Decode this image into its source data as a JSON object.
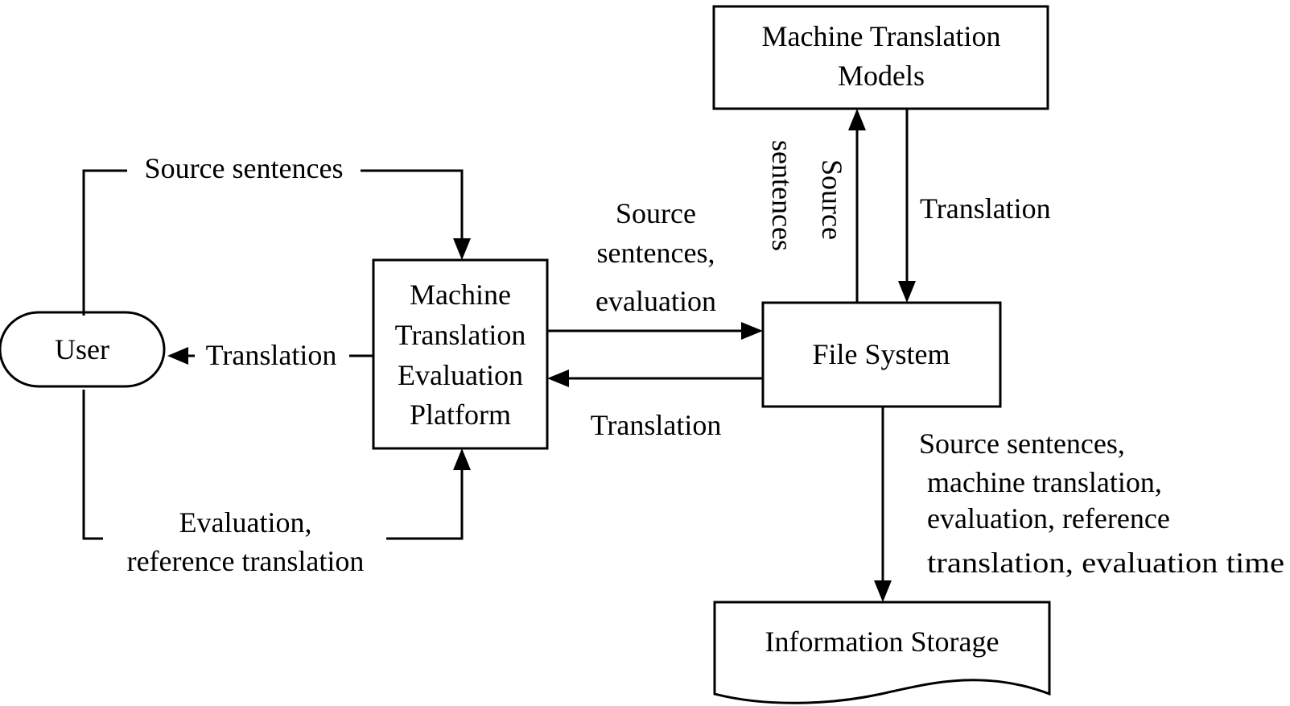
{
  "nodes": {
    "user": "User",
    "platform": [
      "Machine",
      "Translation",
      "Evaluation",
      "Platform"
    ],
    "file_system": "File System",
    "mt_models": [
      "Machine Translation",
      "Models"
    ],
    "storage": "Information Storage"
  },
  "edges": {
    "user_to_platform_top": "Source sentences",
    "platform_to_user": "Translation",
    "user_to_platform_bottom": [
      "Evaluation,",
      "reference translation"
    ],
    "platform_to_fs": [
      "Source",
      "sentences,",
      "evaluation"
    ],
    "fs_to_platform": "Translation",
    "fs_to_models": [
      "Source",
      "sentences"
    ],
    "models_to_fs": "Translation",
    "fs_to_storage": [
      "Source sentences,",
      "machine translation,",
      "evaluation, reference",
      "translation, evaluation time"
    ]
  }
}
